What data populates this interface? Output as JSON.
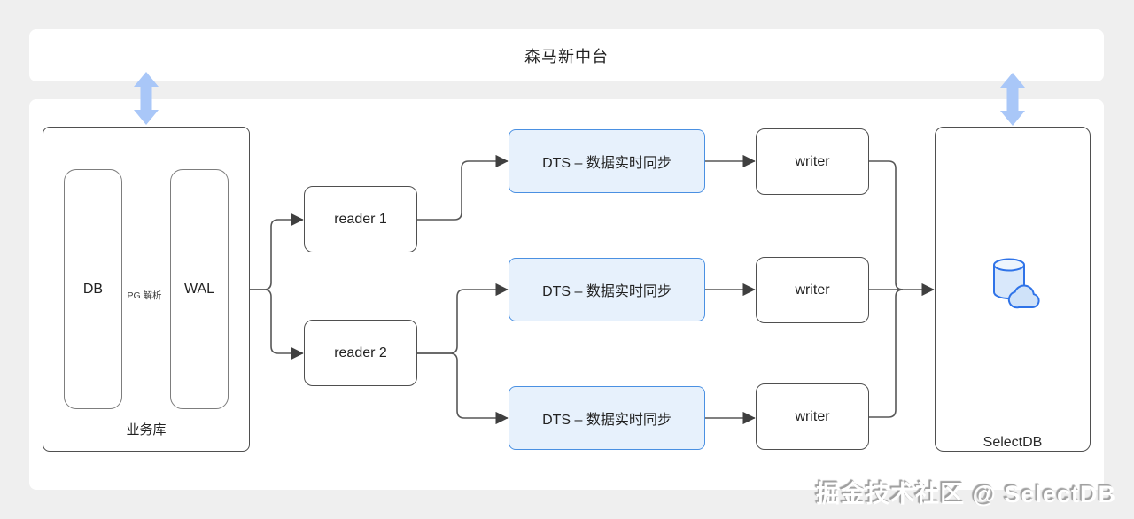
{
  "banner": {
    "title": "森马新中台"
  },
  "diagram": {
    "source_group": {
      "label": "业务库",
      "db_label": "DB",
      "wal_label": "WAL",
      "edge_label": "PG 解析"
    },
    "readers": [
      {
        "label": "reader 1"
      },
      {
        "label": "reader 2"
      }
    ],
    "dts_nodes": [
      {
        "label": "DTS – 数据实时同步"
      },
      {
        "label": "DTS – 数据实时同步"
      },
      {
        "label": "DTS – 数据实时同步"
      }
    ],
    "writers": [
      {
        "label": "writer"
      },
      {
        "label": "writer"
      },
      {
        "label": "writer"
      }
    ],
    "target": {
      "label": "SelectDB",
      "icon": "database-cloud-icon"
    }
  },
  "watermark": {
    "text": "掘金技术社区 @ SelectDB"
  },
  "colors": {
    "page_background": "#efefef",
    "panel_background": "#ffffff",
    "line_gray": "#4f4f4f",
    "accent_blue": "#4a90e2",
    "dts_fill": "#e7f1fc",
    "sync_arrow_blue": "#a9c7f8",
    "icon_blue": "#2f73e8",
    "icon_fill": "#d9e8fb"
  }
}
